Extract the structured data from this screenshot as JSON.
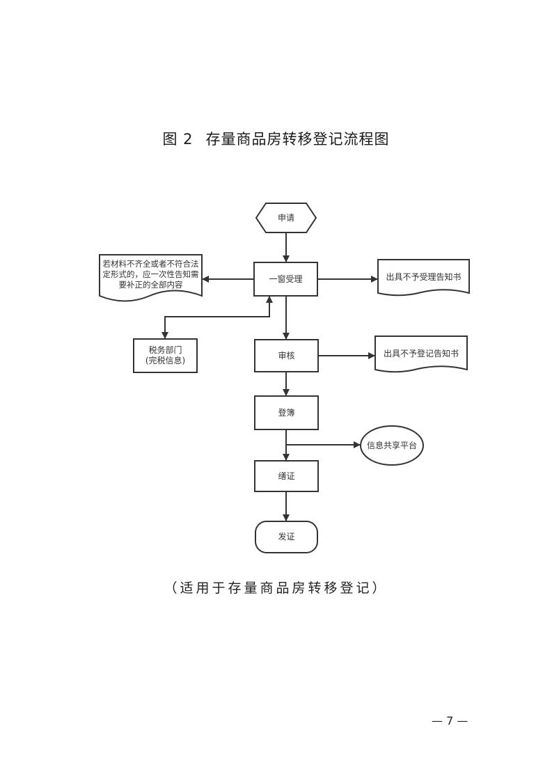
{
  "title": {
    "figure_no": "图 2",
    "text": "存量商品房转移登记流程图"
  },
  "nodes": {
    "apply": "申请",
    "accept": "一窗受理",
    "incomplete_notice": "若材料不齐全或者不符合法定形式的，应一次性告知需要补正的全部内容",
    "reject_accept": "出具不予受理告知书",
    "tax_line1": "税务部门",
    "tax_line2": "(完税信息)",
    "review": "审核",
    "reject_register": "出具不予登记告知书",
    "register": "登簿",
    "share": "信息共享平台",
    "certify": "缮证",
    "issue": "发证"
  },
  "caption": "（适用于存量商品房转移登记）",
  "page_number": "— 7 —"
}
